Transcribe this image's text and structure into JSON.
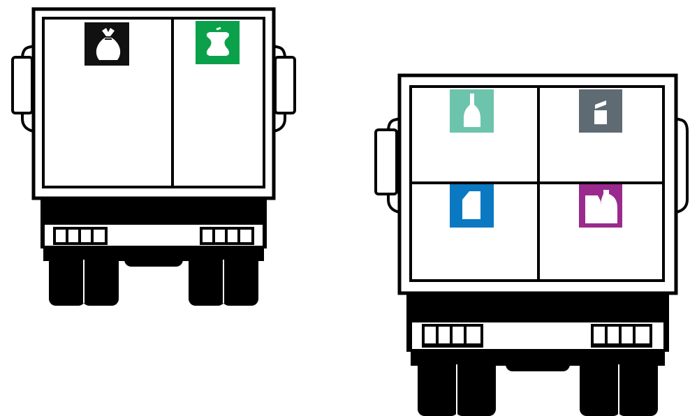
{
  "trucks": [
    {
      "id": "truck-left",
      "compartments": [
        {
          "waste": "residual-waste",
          "icon": "garbage-bag-icon",
          "color": "#111111"
        },
        {
          "waste": "organic-waste",
          "icon": "apple-core-icon",
          "color": "#0aa14a"
        }
      ]
    },
    {
      "id": "truck-right",
      "compartments": [
        {
          "waste": "glass",
          "icon": "bottle-icon",
          "color": "#6cc4ac"
        },
        {
          "waste": "metal",
          "icon": "can-icon",
          "color": "#5f6b73"
        },
        {
          "waste": "paper",
          "icon": "paper-icon",
          "color": "#0a79c2"
        },
        {
          "waste": "plastic",
          "icon": "plastic-packaging-icon",
          "color": "#9a2a8d"
        }
      ]
    }
  ]
}
